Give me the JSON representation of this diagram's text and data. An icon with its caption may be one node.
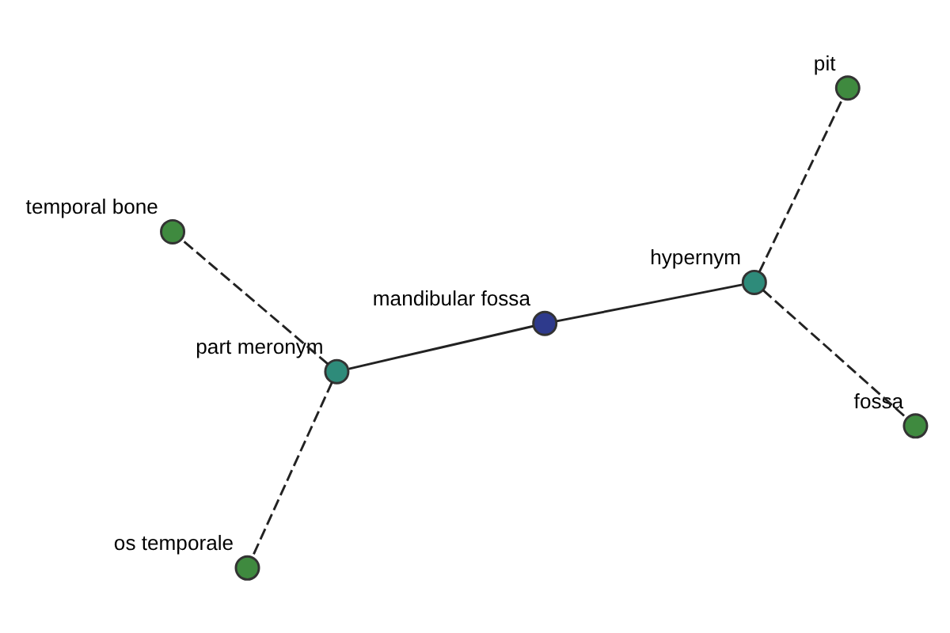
{
  "diagram": {
    "nodes": [
      {
        "text": [
          "mandibular fossa"
        ]
      },
      {
        "text": [
          "hypernym"
        ]
      },
      {
        "text": [
          "fossa"
        ]
      },
      {
        "text": [
          "pit"
        ]
      },
      {
        "text": [
          "part meronym"
        ]
      },
      {
        "text": [
          "temporal bone"
        ]
      },
      {
        "text": [
          "os temporale"
        ]
      }
    ],
    "edges": [
      {
        "from": 0,
        "to": 1,
        "arrow": "none"
      },
      {
        "from": 1,
        "to": 2,
        "arrow": "none",
        "style": "dashed"
      },
      {
        "from": 1,
        "to": 3,
        "arrow": "none",
        "style": "dashed"
      },
      {
        "from": 0,
        "to": 4,
        "arrow": "none"
      },
      {
        "from": 4,
        "to": 5,
        "arrow": "none",
        "style": "dashed"
      },
      {
        "from": 4,
        "to": 6,
        "arrow": "none",
        "style": "dashed"
      }
    ]
  }
}
